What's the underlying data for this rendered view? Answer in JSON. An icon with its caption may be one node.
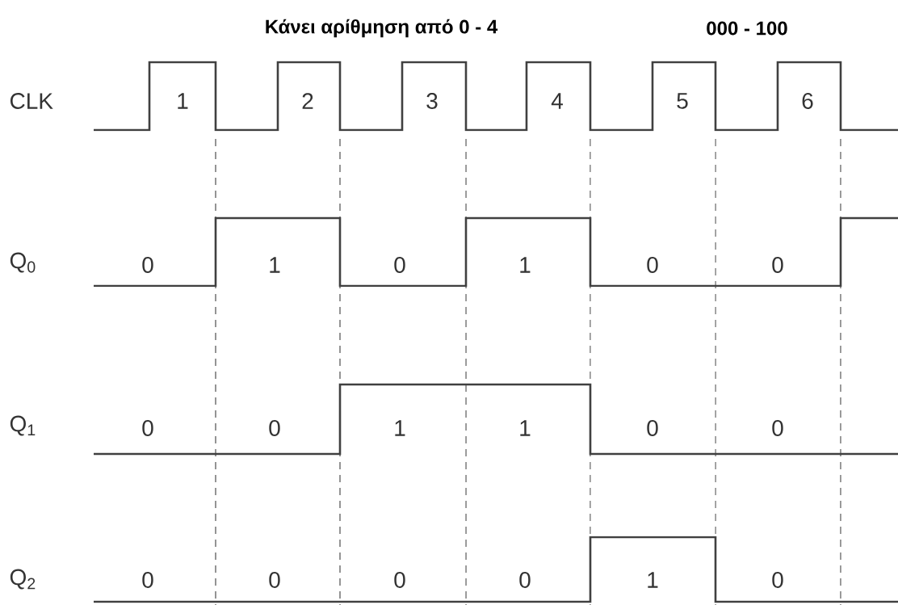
{
  "diagram": {
    "title": "Κάνει αρίθμηση από   0 - 4",
    "labels": [
      "000 - 100",
      "CLK",
      "1",
      "2",
      "3",
      "4",
      "5",
      "6",
      "Q$_{0}$",
      "0",
      "1",
      "0",
      "1",
      "0",
      "0",
      "Q$_{1}$",
      "0",
      "0",
      "1",
      "1",
      "0",
      "0",
      "Q$_{2}$",
      "0",
      "0",
      "0",
      "0",
      "1",
      "0"
    ]
  }
}
